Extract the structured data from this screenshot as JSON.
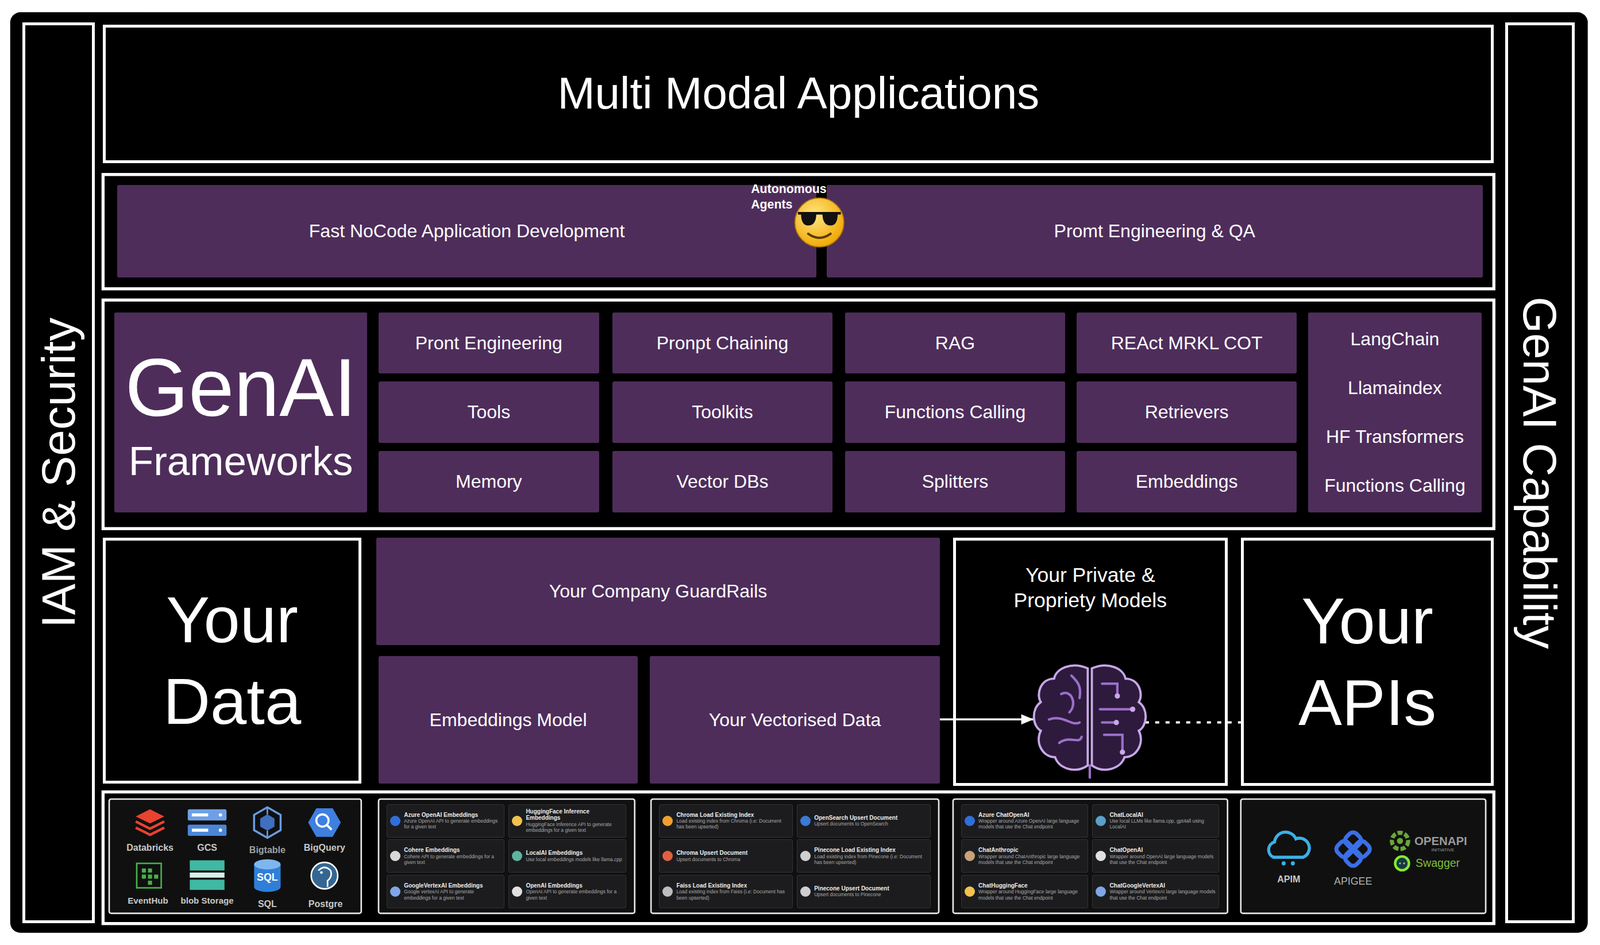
{
  "diagram": {
    "nodes": [
      {
        "text": [
          "IAM & Security"
        ]
      },
      {
        "text": [
          "GenAI Capability"
        ]
      },
      {
        "text": [
          "Multi Modal Applications"
        ]
      },
      {
        "text": [
          "Fast NoCode Application Development"
        ]
      },
      {
        "text": [
          "Promt Engineering & QA"
        ]
      },
      {
        "text": [
          "GenAI",
          "Frameworks"
        ]
      },
      {
        "text": [
          "Pront Engineering"
        ]
      },
      {
        "text": [
          "Pronpt Chaining"
        ]
      },
      {
        "text": [
          "RAG"
        ]
      },
      {
        "text": [
          "REAct MRKL COT"
        ]
      },
      {
        "text": [
          "Tools"
        ]
      },
      {
        "text": [
          "Toolkits"
        ]
      },
      {
        "text": [
          "Functions Calling"
        ]
      },
      {
        "text": [
          "Retrievers"
        ]
      },
      {
        "text": [
          "Memory"
        ]
      },
      {
        "text": [
          "Vector DBs"
        ]
      },
      {
        "text": [
          "Splitters"
        ]
      },
      {
        "text": [
          "Embeddings"
        ]
      },
      {
        "text": [
          "LangChain",
          "Llamaindex",
          "HF Transformers",
          "Functions Calling"
        ]
      },
      {
        "text": [
          "Your Data"
        ]
      },
      {
        "text": [
          "Your Company GuardRails"
        ]
      },
      {
        "text": [
          "Embeddings Model"
        ]
      },
      {
        "text": [
          "Your Vectorised Data"
        ]
      },
      {
        "text": [
          "Your Private & Propriety Models"
        ]
      },
      {
        "text": [
          "Your APIs"
        ]
      },
      {
        "text": [
          "Azure OpenAI Embeddings",
          "Azure OpenAI API to generate embeddings for a given text"
        ]
      },
      {
        "text": [
          "HuggingFace Inference Embeddings",
          "HuggingFace Inference API to generate embeddings for a given text"
        ]
      },
      {
        "text": [
          "Cohere Embeddings",
          "Cohere API to generate embeddings for a given text"
        ]
      },
      {
        "text": [
          "LocalAI Embeddings",
          "Use local embeddings models like llama.cpp"
        ]
      },
      {
        "text": [
          "GoogleVertexAI Embeddings",
          "Google vertexAI API to generate embeddings for a given text"
        ]
      },
      {
        "text": [
          "OpenAI Embeddings",
          "OpenAI API to generate embeddings for a given text"
        ]
      },
      {
        "text": [
          "Chroma Load Existing Index",
          "Load existing index from Chroma (i.e: Document has been upserted)"
        ]
      },
      {
        "text": [
          "OpenSearch Upsert Document",
          "Upsert documents to OpenSearch"
        ]
      },
      {
        "text": [
          "Chroma Upsert Document",
          "Upsert documents to Chroma"
        ]
      },
      {
        "text": [
          "Pinecone Load Existing Index",
          "Load existing index from Pinecone (i.e: Document has been upserted)"
        ]
      },
      {
        "text": [
          "Faiss Load Existing Index",
          "Load existing index from Faiss (i.e: Document has been upserted)"
        ]
      },
      {
        "text": [
          "Pinecone Upsert Document",
          "Upsert documents to Pinecone"
        ]
      },
      {
        "text": [
          "Azure ChatOpenAI",
          "Wrapper around Azure OpenAI large language models that use the Chat endpoint"
        ]
      },
      {
        "text": [
          "ChatLocalAI",
          "Use local LLMs like llama.cpp, gpt4all using LocalAI"
        ]
      },
      {
        "text": [
          "ChatAnthropic",
          "Wrapper around ChatAnthropic large language models that use the Chat endpoint"
        ]
      },
      {
        "text": [
          "ChatOpenAI",
          "Wrapper around OpenAI large language models that use the Chat endpoint"
        ]
      },
      {
        "text": [
          "ChatHuggingFace",
          "Wrapper around HuggingFace large language models that use the Chat endpoint"
        ]
      },
      {
        "text": [
          "ChatGoogleVertexAI",
          "Wrapper around VertexAI large language models that use the Chat endpoint"
        ]
      }
    ],
    "edges": [
      {
        "from": 22,
        "to": 23,
        "arrow": "to"
      },
      {
        "from": 23,
        "to": 24,
        "arrow": "none"
      }
    ],
    "labels": [
      "Autonomous Agents",
      "Databricks",
      "GCS",
      "Bigtable",
      "BigQuery",
      "EventHub",
      "blob Storage",
      "SQL",
      "SQL",
      "Postgre",
      "APIM",
      "APIGEE",
      "OPENAPI",
      "INITIATIVE",
      "Swagger"
    ]
  }
}
